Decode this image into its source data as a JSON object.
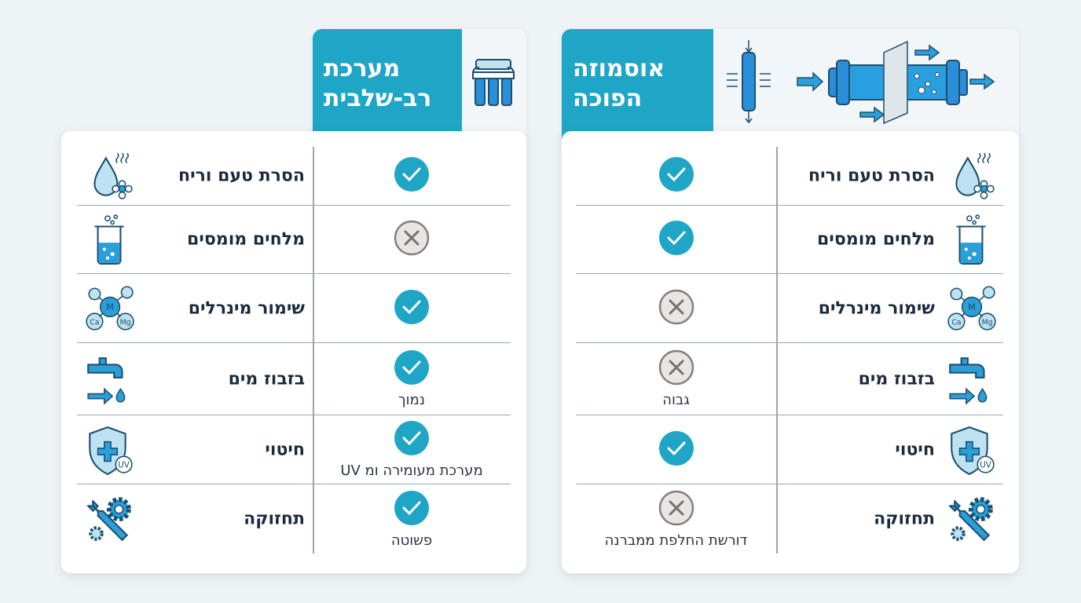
{
  "colors": {
    "accent": "#1fa6c6",
    "check": "#1fa6c6",
    "cross": "#e6e3e3",
    "text": "#1b2a3d"
  },
  "columns": [
    {
      "title": "מערכת רב-שלבית",
      "title_lines": [
        "מערכת",
        "רב-שלבית"
      ],
      "header_icon": "multi-stage-filter-icon",
      "rows": [
        {
          "label": "הסרת טעם וריח",
          "icon": "water-drop-flower-icon",
          "status": "check",
          "note": ""
        },
        {
          "label": "מלחים מומסים",
          "icon": "beaker-icon",
          "status": "cross",
          "note": ""
        },
        {
          "label": "שימור מינרלים",
          "icon": "minerals-molecule-icon",
          "status": "check",
          "note": ""
        },
        {
          "label": "בזבוז מים",
          "icon": "faucet-icon",
          "status": "check",
          "note": "נמוך"
        },
        {
          "label": "חיטוי",
          "icon": "shield-uv-icon",
          "status": "check",
          "note": "מערכת מעומירה ומ UV"
        },
        {
          "label": "תחזוקה",
          "icon": "wrench-gear-icon",
          "status": "check",
          "note": "פשוטה"
        }
      ]
    },
    {
      "title": "אוסמוזה הפוכה",
      "title_lines": [
        "אוסמוזה",
        "הפוכה"
      ],
      "header_icon": "reverse-osmosis-membrane-icon",
      "rows": [
        {
          "label": "הסרת טעם וריח",
          "icon": "water-drop-flower-icon",
          "status": "check",
          "note": ""
        },
        {
          "label": "מלחים מומסים",
          "icon": "beaker-icon",
          "status": "check",
          "note": ""
        },
        {
          "label": "שימור מינרלים",
          "icon": "minerals-molecule-icon",
          "status": "cross",
          "note": ""
        },
        {
          "label": "בזבוז מים",
          "icon": "faucet-icon",
          "status": "cross",
          "note": "גבוה"
        },
        {
          "label": "חיטוי",
          "icon": "shield-uv-icon",
          "status": "check",
          "note": ""
        },
        {
          "label": "תחזוקה",
          "icon": "wrench-gear-icon",
          "status": "cross",
          "note": "דורשת החלפת ממברנה"
        }
      ]
    }
  ]
}
